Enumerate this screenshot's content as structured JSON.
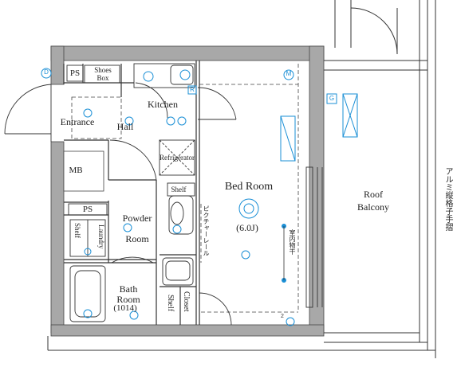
{
  "rooms": {
    "entrance": "Entrance",
    "hall": "Hall",
    "kitchen": "Kitchen",
    "mb": "MB",
    "ps_top": "PS",
    "ps_mid": "PS",
    "shoes_box_line1": "Shoes",
    "shoes_box_line2": "Box",
    "refrigerator": "Refrigerator",
    "shelf_top": "Shelf",
    "shelf_left": "Shelf",
    "laundry": "Laundry",
    "powder_line1": "Powder",
    "powder_line2": "Room",
    "bath_line1": "Bath",
    "bath_line2": "Room",
    "bath_size": "(1014)",
    "shelf_closet_line1": "Shelf",
    "shelf_closet_line2": "Closet",
    "bedroom": "Bed Room",
    "bedroom_size": "(6.0J)",
    "roof_line1": "Roof",
    "roof_line2": "Balcony",
    "picture_rail": "ピクチャーレール",
    "indoor_dryer": "室内物干",
    "railing_note": "アルミ縦格子手摺"
  },
  "symbols": {
    "d_marker": "D",
    "m_marker": "M",
    "g_marker": "G",
    "r_marker": "R",
    "sw_marker": "2"
  },
  "colors": {
    "wall": "#9a9a9a",
    "line": "#222222",
    "accent": "#1a8fd6"
  }
}
